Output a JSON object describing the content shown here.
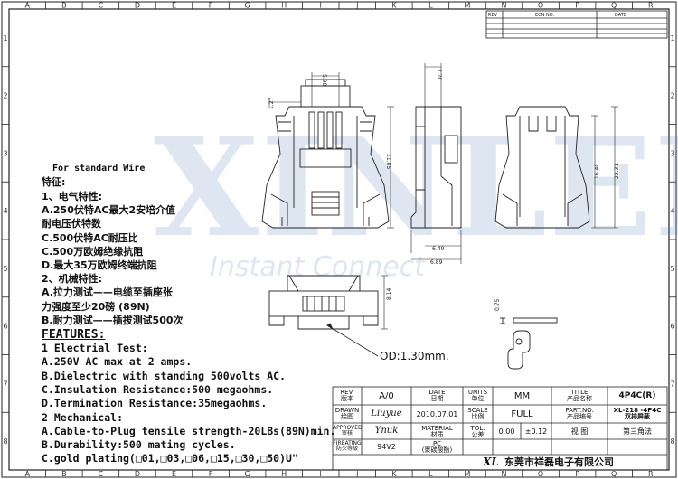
{
  "border": {
    "top_letters": [
      "A",
      "B",
      "C",
      "D",
      "E",
      "F",
      "G",
      "H",
      "I",
      "J",
      "K",
      "L",
      "M",
      "N",
      "O",
      "P",
      "Q",
      "R"
    ],
    "side_numbers": [
      "1",
      "2",
      "3",
      "4",
      "5",
      "6",
      "7",
      "8"
    ]
  },
  "ecn": {
    "rev": "REV",
    "ecn_no": "ECN NO.",
    "date": "DATE"
  },
  "watermark": {
    "logo": "XINLEI",
    "tagline": "Instant Connect"
  },
  "drawing": {
    "dims": [
      "5.90",
      "1.27",
      "11.05",
      "7.70",
      "6.49",
      "6.89",
      "16.40",
      "22.31",
      "8.14",
      "0.75"
    ],
    "od_label": "OD:1.30mm."
  },
  "specs": {
    "intro": "For standard Wire",
    "cn_title": "特征:",
    "cn_lines": [
      "1、电气特性:",
      "A.250伏特AC最大2安培介值",
      "耐电压伏特数",
      "C.500伏特AC耐压比",
      "C.500万欧姆绝缘抗阻",
      "D.最大35万欧姆终端抗阻",
      "2、机械特性:",
      "A.拉力测试——电缆至插座张",
      "力强度至少20磅 (89N)",
      "B.耐力测试——插拔测试500次"
    ],
    "features_title": "FEATURES:",
    "en_lines": [
      "1 Electrial Test:",
      "A.250V AC max at 2 amps.",
      "B.Dielectric with standing 500volts AC.",
      "C.Insulation Resistance:500 megaohms.",
      "D.Termination Resistance:35megaohms.",
      "2 Mechanical:",
      "A.Cable-to-Plug tensile strength-20LBs(89N)min.",
      "B.Durability:500 mating cycles.",
      "C.gold plating(□01,□03,□06,□15,□30,□50)U\""
    ]
  },
  "title_block": {
    "rev_label": "REV.\n版本",
    "rev_value": "A/0",
    "date_label": "DATE\n日期",
    "units_label": "UNITS\n单位",
    "units_value": "MM",
    "title_label": "TITLE\n产品名称",
    "title_value": "4P4C(R)",
    "drawn_label": "DRAWN\n绘图",
    "drawn_value": "Liuyue",
    "drawn_date": "2010.07.01",
    "scale_label": "SCALE\n比例",
    "scale_value": "FULL",
    "partno_label": "PART.NO.\n产品编号",
    "partno_value": "XL-218 -4P4C\n双排屏蔽",
    "approved_label": "APPROVED\n审核",
    "approved_value": "Ynuk",
    "material_label": "MATERIAL\n材质",
    "tol_label": "TOL.\n公差",
    "tol_a": "0.00",
    "tol_b": "±0.12",
    "view_label": "视 图",
    "view_value": "第三角法",
    "firerating_label": "FIREATING\n防火等级",
    "firerating_value": "94V2",
    "material_value": "PC\n(聚碳酸酯)",
    "company_logo": "XL",
    "company": "东莞市祥磊电子有限公司"
  }
}
